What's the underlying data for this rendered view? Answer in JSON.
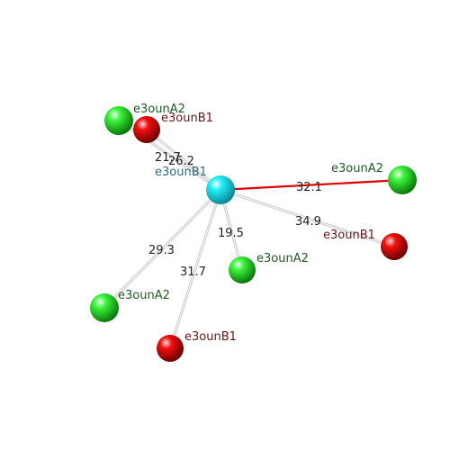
{
  "center": {
    "label": "e3ounB1",
    "color": "#00e5ee"
  },
  "colors": {
    "A2": "#17e617",
    "B1": "#ee0000",
    "label_A2": "#1f5c1f",
    "label_B1": "#6e1414",
    "label_center": "#2f6f78",
    "bond": "#c8c8c8",
    "bond_highlight": "#dd0000",
    "distance_text": "#222222"
  },
  "neighbors": [
    {
      "id": "n1",
      "label": "e3ounA2",
      "type": "A2",
      "distance": "21.7"
    },
    {
      "id": "n2",
      "label": "e3ounB1",
      "type": "B1",
      "distance": "26.2"
    },
    {
      "id": "n3",
      "label": "e3ounA2",
      "type": "A2",
      "distance": "32.1",
      "highlight": true
    },
    {
      "id": "n4",
      "label": "e3ounB1",
      "type": "B1",
      "distance": "34.9"
    },
    {
      "id": "n5",
      "label": "e3ounA2",
      "type": "A2",
      "distance": "19.5"
    },
    {
      "id": "n6",
      "label": "e3ounA2",
      "type": "A2",
      "distance": "29.3"
    },
    {
      "id": "n7",
      "label": "e3ounB1",
      "type": "B1",
      "distance": "31.7"
    }
  ]
}
